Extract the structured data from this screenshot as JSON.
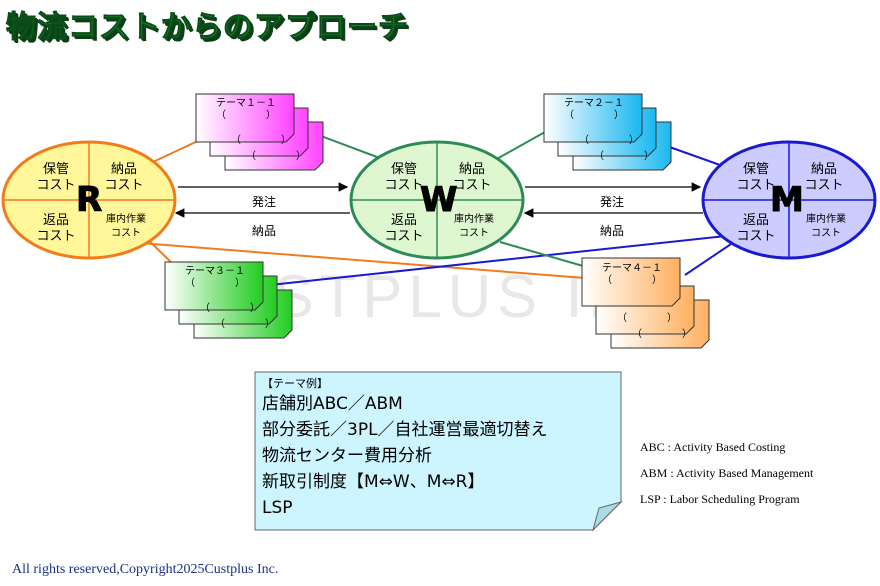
{
  "title": "物流コストからのアプローチ",
  "watermark": "CUSTPLUS INC",
  "nodes": {
    "R": {
      "letter": "R",
      "cells": [
        "保管\nコスト",
        "納品\nコスト",
        "返品\nコスト",
        "庫内作業\nコスト"
      ],
      "color": "#f07c1c",
      "fill": "#fff79a"
    },
    "W": {
      "letter": "W",
      "cells": [
        "保管\nコスト",
        "納品\nコスト",
        "返品\nコスト",
        "庫内作業\nコスト"
      ],
      "color": "#2e8b57",
      "fill": "#dff7d0"
    },
    "M": {
      "letter": "M",
      "cells": [
        "保管\nコスト",
        "納品\nコスト",
        "返品\nコスト",
        "庫内作業\nコスト"
      ],
      "color": "#1a1ad0",
      "fill": "#ccccff"
    }
  },
  "edges": {
    "rw_top": "発注",
    "rw_bottom": "納品",
    "wm_top": "発注",
    "wm_bottom": "納品"
  },
  "cards": {
    "theme1": {
      "label": "テーマ１－１\n（　　　　）",
      "back": "（　　　　）",
      "color": "#ff66ff"
    },
    "theme2": {
      "label": "テーマ２－１\n（　　　　）",
      "back": "（　　　　）",
      "color": "#33ccff"
    },
    "theme3": {
      "label": "テーマ３－１\n（　　　　）",
      "back": "（　　　　）",
      "color": "#33cc33"
    },
    "theme4": {
      "label": "テーマ４－１\n（　　　　）",
      "back": "（　　　　）",
      "color": "#ffb870"
    }
  },
  "theme_box": {
    "heading": "【テーマ例】",
    "lines": [
      "店舗別ABC／ABM",
      "部分委託／3PL／自社運営最適切替え",
      "物流センター費用分析",
      "新取引制度【M⇔W、M⇔R】",
      "LSP"
    ],
    "fill": "#ccf5ff"
  },
  "legend": [
    "ABC : Activity Based Costing",
    "ABM : Activity Based Management",
    "LSP : Labor Scheduling Program"
  ],
  "copyright": "All rights reserved,Copyright2025Custplus Inc."
}
